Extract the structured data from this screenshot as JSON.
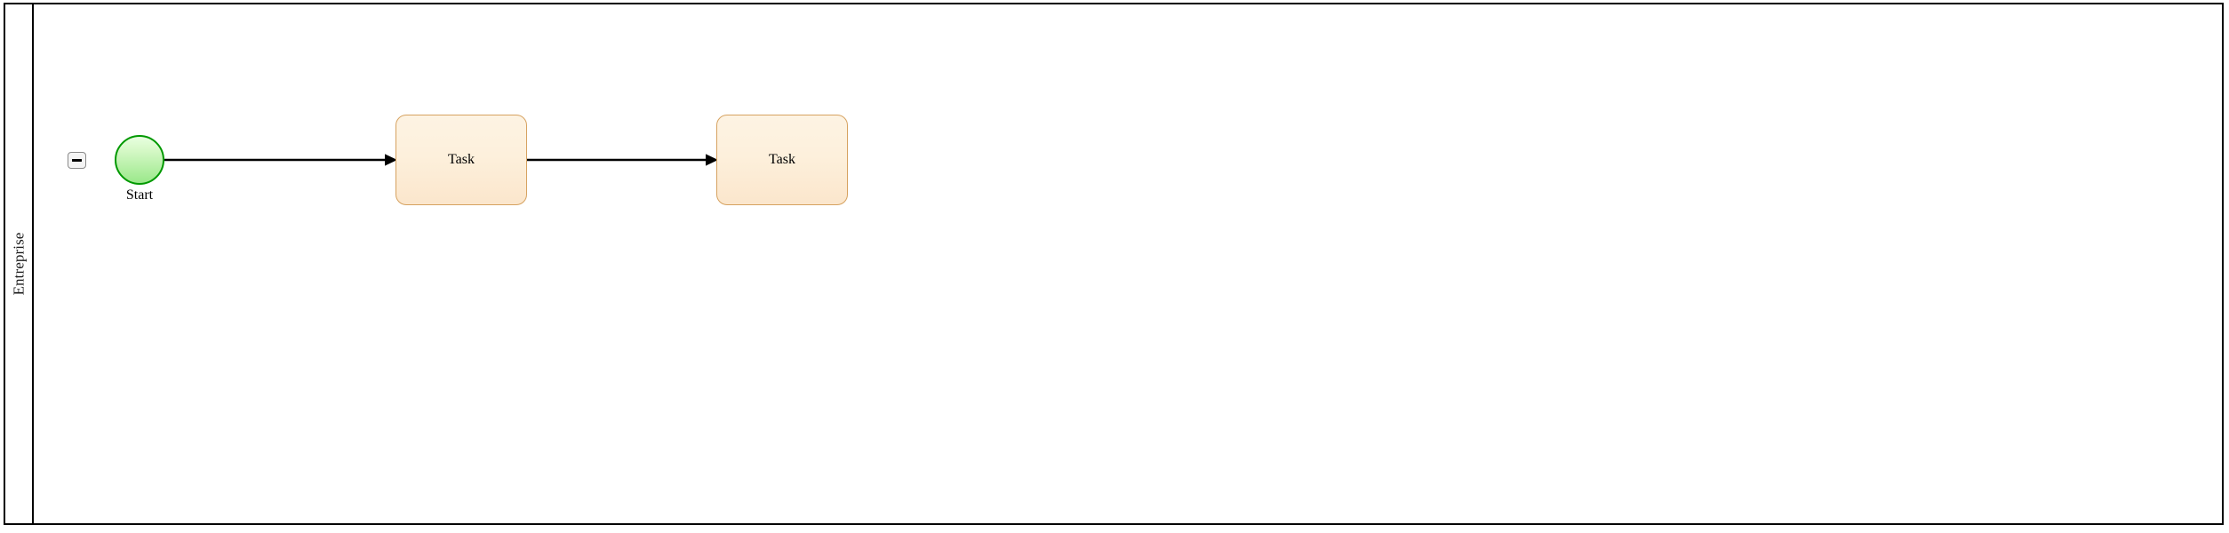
{
  "diagram": {
    "type": "bpmn-process",
    "background_color": "#ffffff",
    "frame_border_color": "#000000"
  },
  "pool": {
    "lane": {
      "name": "Entreprise",
      "collapse_toggle": {
        "icon": "minus-icon",
        "state": "expanded",
        "fill_color": "#f4f4f4",
        "border_color": "#8a8a8a"
      }
    }
  },
  "elements": {
    "start_event": {
      "label": "Start",
      "shape": "circle",
      "fill_color": "#9ae88a",
      "border_color": "#009900"
    },
    "tasks": [
      {
        "label": "Task",
        "shape": "rounded-rectangle",
        "fill_color": "#fdf0dc",
        "border_color": "#d6a260"
      },
      {
        "label": "Task",
        "shape": "rounded-rectangle",
        "fill_color": "#fdf0dc",
        "border_color": "#d6a260"
      }
    ],
    "sequence_flows": [
      {
        "from": "Start",
        "to": "Task",
        "style": "solid-arrow",
        "color": "#000000"
      },
      {
        "from": "Task",
        "to": "Task",
        "style": "solid-arrow",
        "color": "#000000"
      }
    ]
  }
}
